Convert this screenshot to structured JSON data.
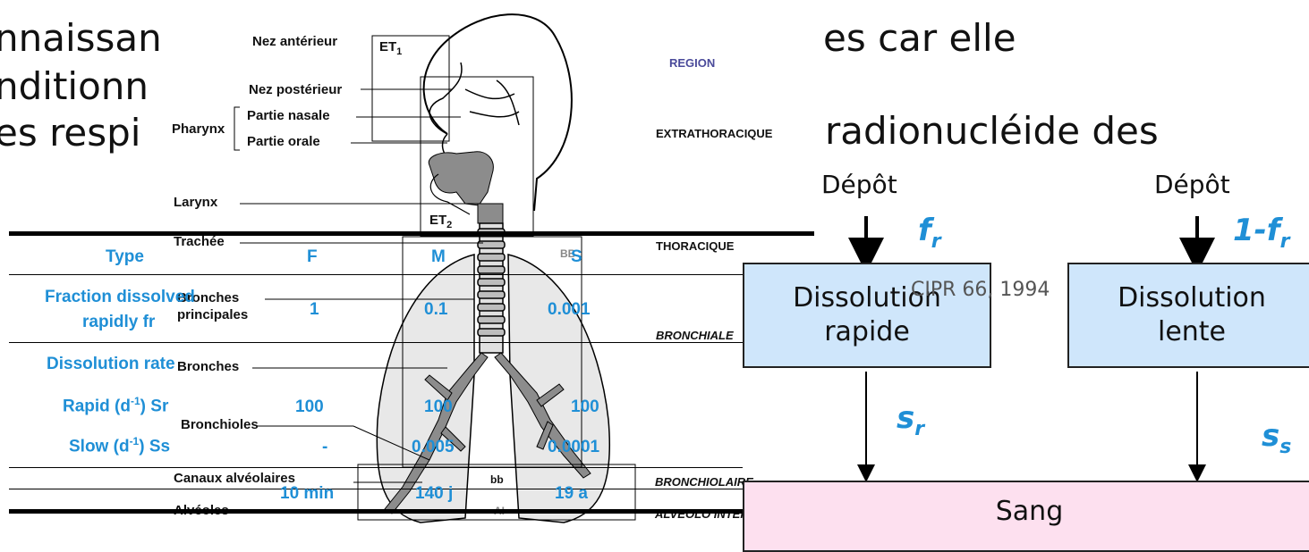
{
  "background_text": {
    "line1_left": "nnaissan",
    "line1_right": "es car elle",
    "line2_left": "nditionn",
    "line2_right": "radionucléide des",
    "line3_left": "es respi"
  },
  "anatomy": {
    "nez_anterieur": "Nez antérieur",
    "et1": "ET",
    "et1_sub": "1",
    "nez_posterieur": "Nez postérieur",
    "pharynx": "Pharynx",
    "partie_nasale": "Partie nasale",
    "partie_orale": "Partie orale",
    "larynx": "Larynx",
    "et2": "ET",
    "et2_sub": "2",
    "trachee": "Trachée",
    "bronches_principales_1": "Bronches",
    "bronches_principales_2": "principales",
    "bronches": "Bronches",
    "bronchioles": "Bronchioles",
    "canaux": "Canaux alvéolaires",
    "alveoles": "Alvéoles",
    "bb_upper": "BB",
    "bb_lower": "bb",
    "ai": "AI"
  },
  "regions": {
    "region": "REGION",
    "extrathoracique": "EXTRATHORACIQUE",
    "thoracique": "THORACIQUE",
    "bronchiale": "BRONCHIALE",
    "bronchiolaire": "BRONCHIOLAIRE",
    "alveolo": "ALVEOLO INTERSTITIELLE"
  },
  "table": {
    "header_type": "Type",
    "types": [
      "F",
      "M",
      "S"
    ],
    "row_fraction_1": "Fraction dissolved",
    "row_fraction_2": "rapidly fr",
    "fraction_values": [
      "1",
      "0.1",
      "0.001"
    ],
    "row_rate": "Dissolution rate",
    "row_rapid": "Rapid (d",
    "row_rapid_sup": "-1",
    "row_rapid_end": ") Sr",
    "rapid_values": [
      "100",
      "100",
      "100"
    ],
    "row_slow": "Slow (d",
    "row_slow_sup": "-1",
    "row_slow_end": ") Ss",
    "slow_values": [
      "-",
      "0.005",
      "0.0001"
    ],
    "halflife_values": [
      "10 min",
      "140 j",
      "19 a"
    ]
  },
  "flow": {
    "depot_left": "Dépôt",
    "depot_right": "Dépôt",
    "fr": "f",
    "fr_sub": "r",
    "one_minus_fr": "1-f",
    "one_minus_fr_sub": "r",
    "box_rapide_1": "Dissolution",
    "box_rapide_2": "rapide",
    "box_lente_1": "Dissolution",
    "box_lente_2": "lente",
    "sr": "s",
    "sr_sub": "r",
    "ss": "s",
    "ss_sub": "s",
    "sang": "Sang",
    "citation": "CIPR 66, 1994"
  },
  "colors": {
    "accent_blue": "#1f8fd6",
    "box_blue": "#cfe6fb",
    "box_pink": "#fde0ef",
    "tissue_gray": "#8c8c8c"
  }
}
